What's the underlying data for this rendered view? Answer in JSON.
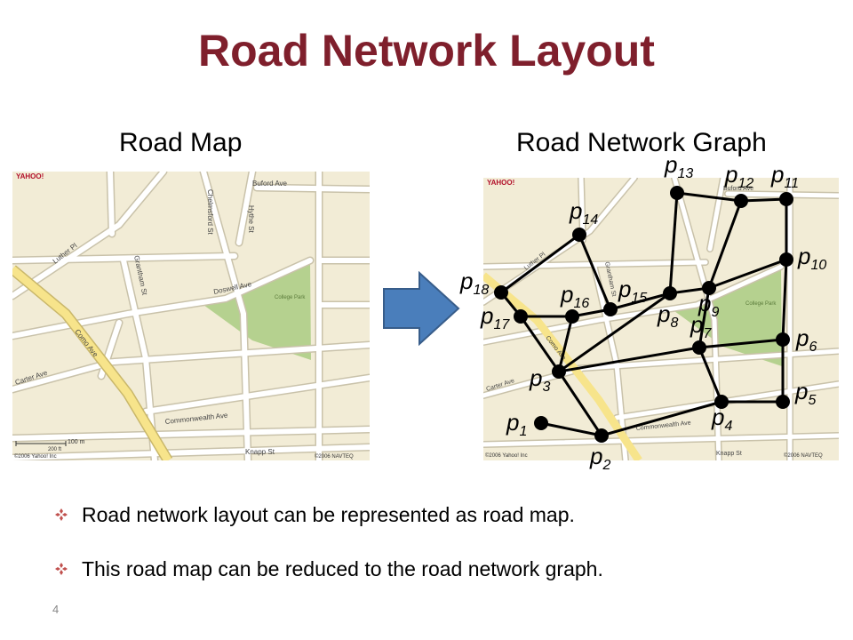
{
  "slide": {
    "title": "Road Network Layout",
    "left_label": "Road Map",
    "right_label": "Road Network Graph",
    "page_number": "4"
  },
  "map": {
    "brand": "YAHOO!",
    "streets": [
      "Buford Ave",
      "Chelmsford St",
      "Hythe St",
      "Luther Pl",
      "Grantham St",
      "Doswell Ave",
      "College Park",
      "Como Ave",
      "Carter Ave",
      "Commonwealth Ave",
      "Knapp St"
    ],
    "scale_m": "100 m",
    "scale_ft": "200 ft",
    "copyright_left": "©2006 Yahoo! Inc",
    "copyright_right": "©2006 NAVTEQ",
    "colors": {
      "background": "#f2ecd6",
      "road": "#ffffff",
      "road_edge": "#c9c2aa",
      "park": "#b5d18f",
      "highway": "#f7e48b"
    }
  },
  "graph": {
    "node_color": "#000000",
    "edge_color": "#000000",
    "nodes": [
      "p1",
      "p2",
      "p3",
      "p4",
      "p5",
      "p6",
      "p7",
      "p8",
      "p9",
      "p10",
      "p11",
      "p12",
      "p13",
      "p14",
      "p15",
      "p16",
      "p17",
      "p18"
    ]
  },
  "bullets": [
    "Road network layout can be represented as road map.",
    "This road map can be reduced to the road network graph."
  ],
  "arrow_color": "#4a7ebb",
  "bullet_color": "#c0504d"
}
